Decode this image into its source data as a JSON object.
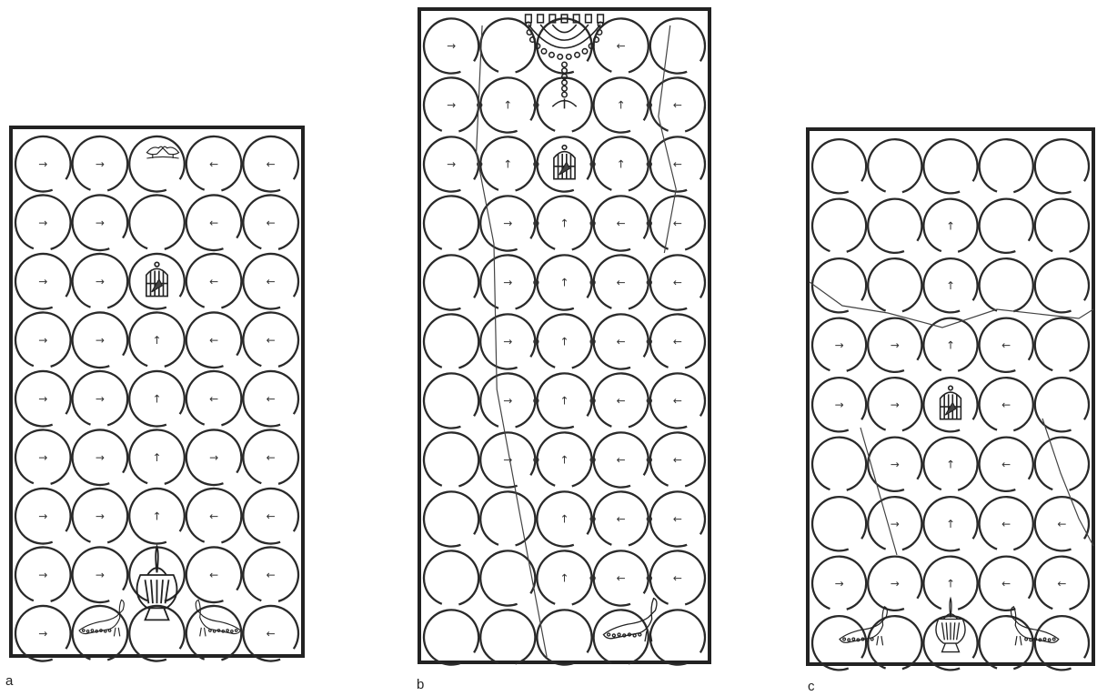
{
  "figure": {
    "panels": [
      {
        "id": "a",
        "label": "a",
        "rows": [
          [
            "→",
            "→",
            "",
            "←",
            "←"
          ],
          [
            "→",
            "→",
            "",
            "←",
            "←"
          ],
          [
            "→",
            "→",
            "cage",
            "←",
            "←"
          ],
          [
            "→",
            "→",
            "↑",
            "←",
            "←"
          ],
          [
            "→",
            "→",
            "↑",
            "←",
            "←"
          ],
          [
            "→",
            "→",
            "↑",
            "→",
            "←"
          ],
          [
            "→",
            "→",
            "↑",
            "←",
            "←"
          ],
          [
            "→",
            "→",
            "",
            "←",
            "←"
          ],
          [
            "→",
            "",
            "",
            "",
            "←"
          ]
        ],
        "motifs": [
          "birds-pair",
          "bird-cage",
          "fountain-vase",
          "peacock-left",
          "peacock-right"
        ]
      },
      {
        "id": "b",
        "label": "b",
        "rows": [
          [
            "→",
            "",
            "",
            "←",
            ""
          ],
          [
            "→",
            "↑",
            "",
            "↑",
            "←"
          ],
          [
            "→",
            "↑",
            "cage",
            "↑",
            "←"
          ],
          [
            "",
            "→",
            "↑",
            "←",
            "←"
          ],
          [
            "",
            "→",
            "↑",
            "←",
            "←"
          ],
          [
            "",
            "→",
            "↑",
            "←",
            "←"
          ],
          [
            "",
            "→",
            "↑",
            "←",
            "←"
          ],
          [
            "",
            "→",
            "↑",
            "←",
            "←"
          ],
          [
            "",
            "",
            "↑",
            "←",
            "←"
          ],
          [
            "",
            "",
            "↑",
            "←",
            "←"
          ],
          [
            "",
            "",
            "",
            "",
            ""
          ]
        ],
        "motifs": [
          "menorah",
          "bird-cage",
          "peacock"
        ]
      },
      {
        "id": "c",
        "label": "c",
        "rows": [
          [
            "",
            "",
            "",
            "",
            ""
          ],
          [
            "",
            "",
            "↑",
            "",
            ""
          ],
          [
            "",
            "",
            "↑",
            "",
            ""
          ],
          [
            "→",
            "→",
            "↑",
            "←",
            ""
          ],
          [
            "→",
            "→",
            "cage",
            "←",
            ""
          ],
          [
            "",
            "→",
            "↑",
            "←",
            ""
          ],
          [
            "",
            "→",
            "↑",
            "←",
            "←"
          ],
          [
            "→",
            "→",
            "↑",
            "←",
            "←"
          ],
          [
            "",
            "",
            "",
            "",
            ""
          ]
        ],
        "motifs": [
          "bird-cage",
          "peacock-left",
          "vase",
          "peacock-right"
        ]
      }
    ]
  }
}
